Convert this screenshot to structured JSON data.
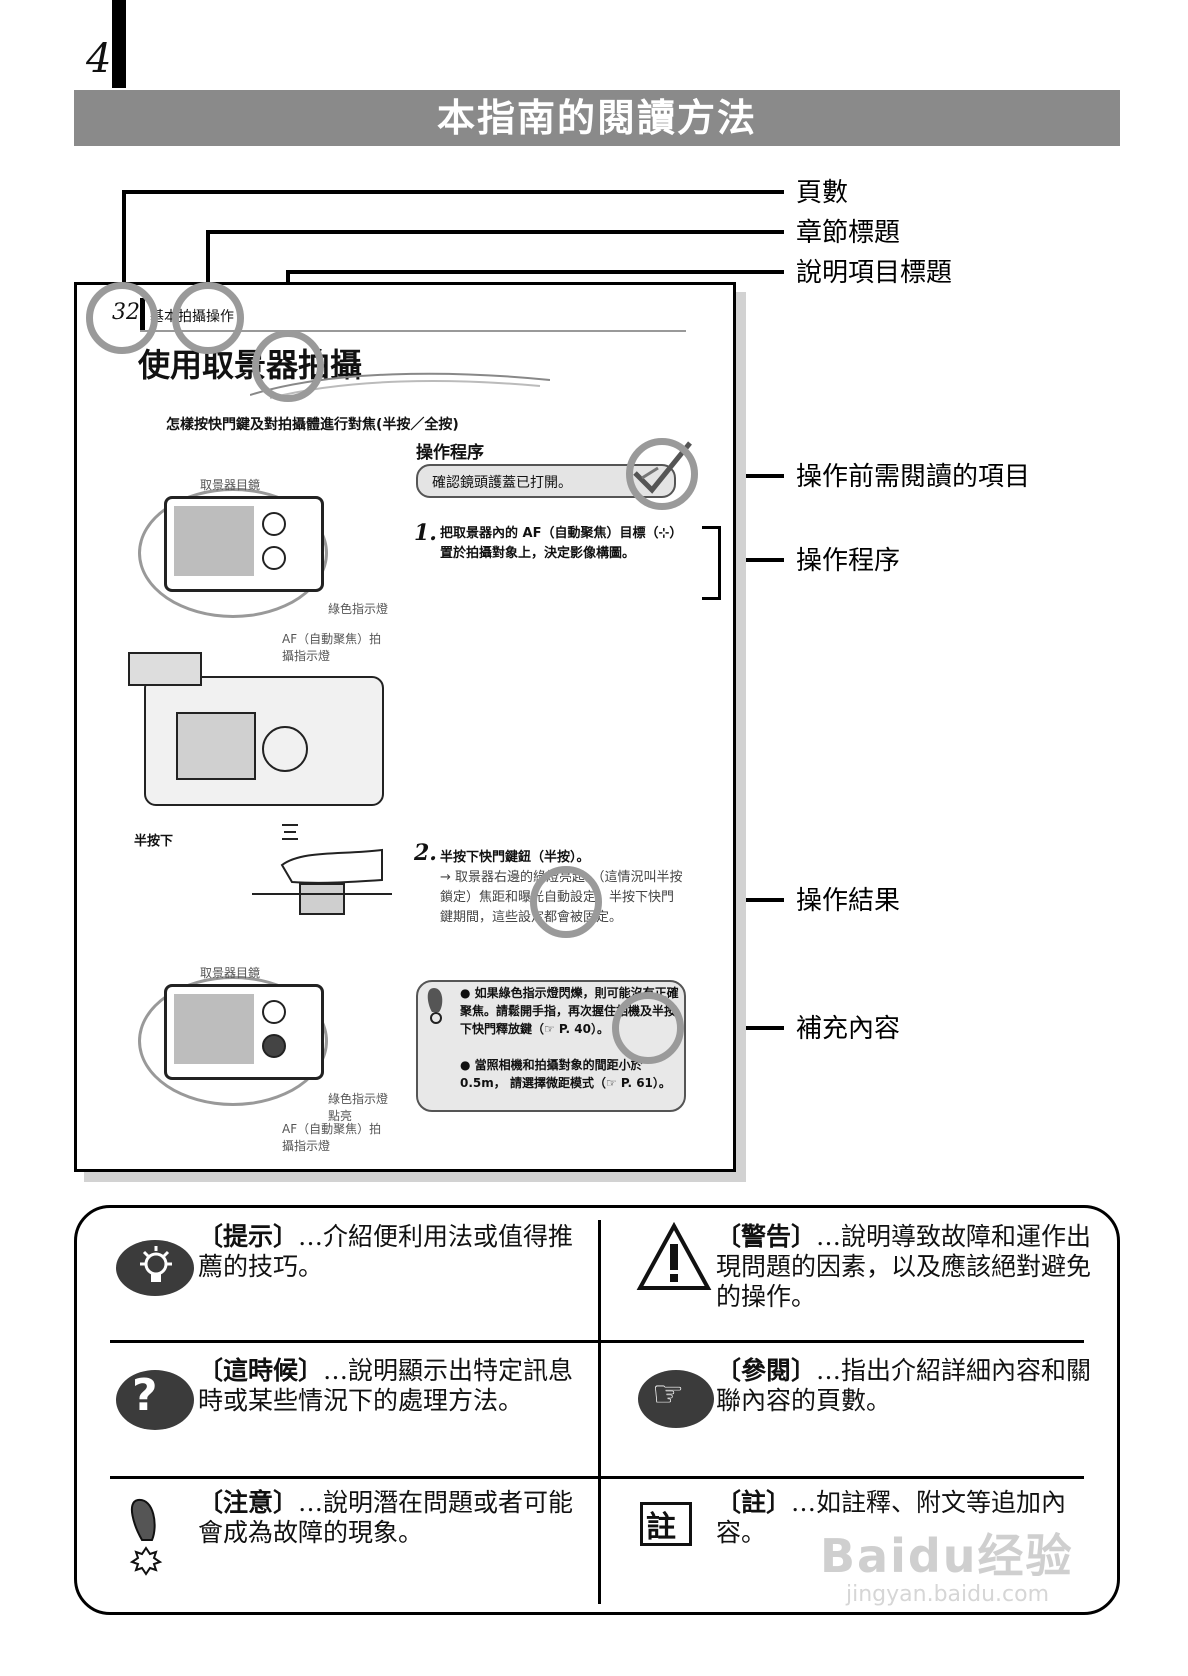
{
  "header": {
    "page_number": "4",
    "title": "本指南的閱讀方法"
  },
  "callouts": {
    "page_number": "頁數",
    "chapter_title": "章節標題",
    "item_title": "說明項目標題",
    "prereq": "操作前需閱讀的項目",
    "procedure": "操作程序",
    "result": "操作結果",
    "supplement": "補充內容"
  },
  "sample_page": {
    "page_no": "32",
    "chapter": "基本拍攝操作",
    "heading": "使用取景器拍攝",
    "subheading": "怎樣按快門鍵及對拍攝體進行對焦(半按／全按)",
    "procedure_label": "操作程序",
    "prereq_text": "確認鏡頭護蓋已打開。",
    "step1_no": "1.",
    "step1_text": "把取景器內的 AF（自動聚焦）目標（⊹）置於拍攝對象上，決定影像構圖。",
    "viewfinder_label": "取景器目鏡",
    "green_led_label": "綠色指示燈",
    "af_mark_label": "AF（自動聚焦）拍攝指示燈",
    "half_press_label": "半按下",
    "step2_no": "2.",
    "step2_title": "半按下快門鍵鈕（半按）。",
    "step2_text": "→ 取景器右邊的綠燈亮起。（這情況叫半按鎖定）焦距和曝光自動設定。半按下快門鍵期間，這些設定都會被固定。",
    "viewfinder_label2": "取景器目鏡",
    "green_led_lit_label": "綠色指示燈點亮",
    "af_mark_label2": "AF（自動聚焦）拍攝指示燈",
    "note_bullet1": "● 如果綠色指示燈閃爍，則可能沒有正確聚焦。請鬆開手指，再次握住相機及半按下快門釋放鍵（☞ P. 40）。",
    "note_bullet2": "● 當照相機和拍攝對象的間距小於 0.5m， 請選擇微距模式（☞ P. 61）。"
  },
  "legend": [
    {
      "icon": "tip-icon",
      "tag": "〔提示〕",
      "text": "…介紹便利用法或值得推薦的技巧。"
    },
    {
      "icon": "warning-icon",
      "tag": "〔警告〕",
      "text": "…說明導致故障和運作出現問題的因素，以及應該絕對避免的操作。"
    },
    {
      "icon": "question-icon",
      "tag": "〔這時候〕",
      "text": "…說明顯示出特定訊息時或某些情況下的處理方法。"
    },
    {
      "icon": "reference-icon",
      "tag": "〔參閱〕",
      "text": "…指出介紹詳細內容和關聯內容的頁數。"
    },
    {
      "icon": "caution-icon",
      "tag": "〔注意〕",
      "text": "…說明潛在問題或者可能會成為故障的現象。"
    },
    {
      "icon": "note-icon",
      "tag": "〔註〕",
      "text": "…如註釋、附文等追加內容。"
    }
  ],
  "watermark": {
    "brand": "Baidu经验",
    "url": "jingyan.baidu.com"
  }
}
